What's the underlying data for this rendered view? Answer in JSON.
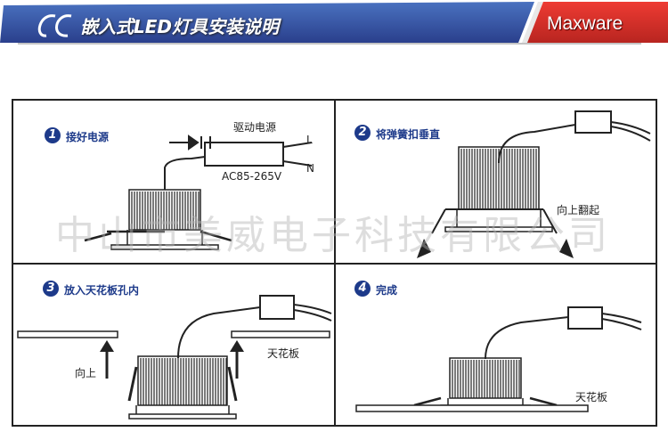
{
  "header": {
    "title": "嵌入式LED灯具安装说明",
    "brand": "Maxware",
    "colors": {
      "blue": "#2e4f9e",
      "red": "#d8322c"
    }
  },
  "steps": [
    {
      "num": "1",
      "label": "接好电源"
    },
    {
      "num": "2",
      "label": "将弹簧扣垂直"
    },
    {
      "num": "3",
      "label": "放入天花板孔内"
    },
    {
      "num": "4",
      "label": "完成"
    }
  ],
  "labels": {
    "driver": "驱动电源",
    "voltage": "AC85-265V",
    "l": "L",
    "n": "N",
    "flip_up": "向上翻起",
    "up": "向上",
    "ceiling": "天花板",
    "ceiling2": "天花板"
  },
  "watermark": "中山市美威电子科技有限公司"
}
